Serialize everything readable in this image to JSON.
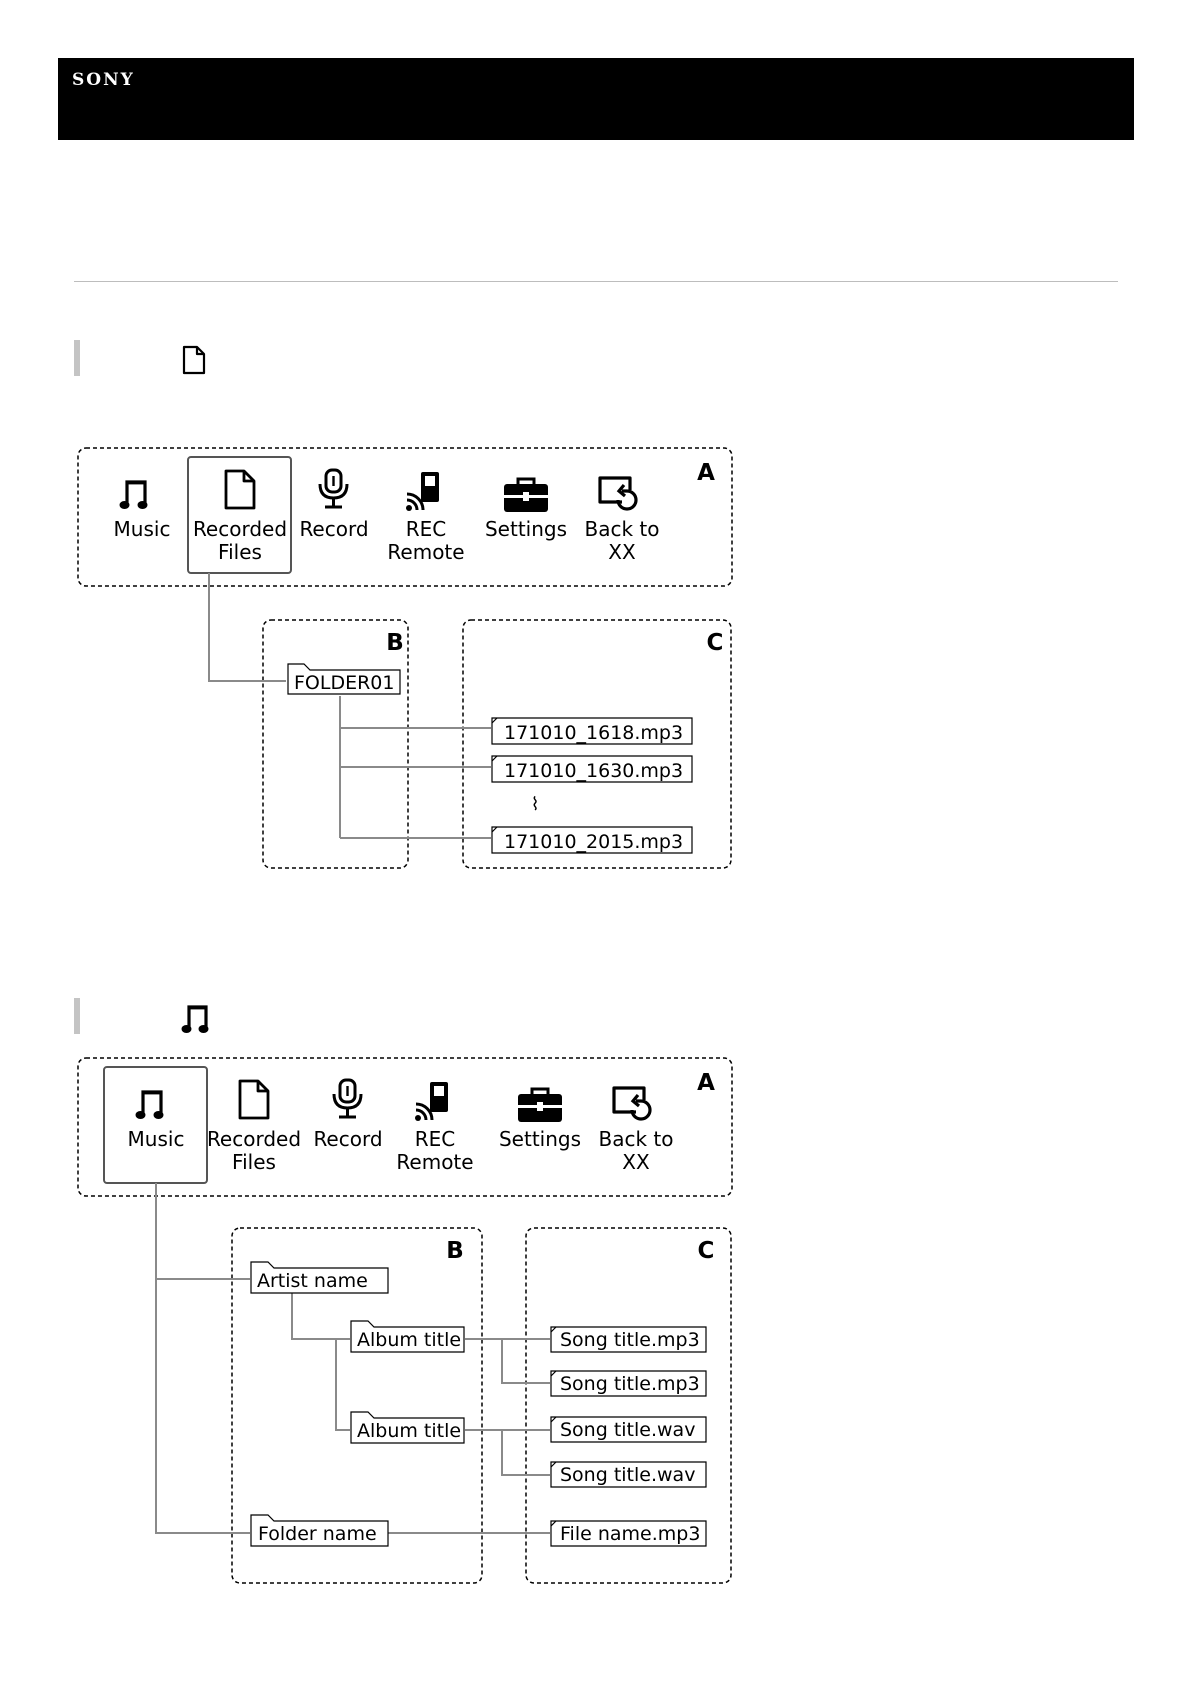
{
  "header": {
    "brand": "SONY"
  },
  "section1": {
    "icon": "document-icon"
  },
  "section2": {
    "icon": "music-note-icon"
  },
  "menu_items": [
    {
      "key": "music",
      "icon": "music-note-icon",
      "line1": "Music",
      "line2": ""
    },
    {
      "key": "recorded",
      "icon": "document-icon",
      "line1": "Recorded",
      "line2": "Files"
    },
    {
      "key": "record",
      "icon": "microphone-icon",
      "line1": "Record",
      "line2": ""
    },
    {
      "key": "rec-remote",
      "icon": "rec-remote-icon",
      "line1": "REC",
      "line2": "Remote"
    },
    {
      "key": "settings",
      "icon": "toolbox-icon",
      "line1": "Settings",
      "line2": ""
    },
    {
      "key": "back",
      "icon": "back-arrow-icon",
      "line1": "Back to",
      "line2": "XX"
    }
  ],
  "box_labels": {
    "a": "A",
    "b": "B",
    "c": "C"
  },
  "diagram1": {
    "folder": "FOLDER01",
    "files": [
      "171010_1618.mp3",
      "171010_1630.mp3",
      "171010_2015.mp3"
    ],
    "ellipsis": "⌇"
  },
  "diagram2": {
    "artist": "Artist name",
    "albums": [
      "Album title",
      "Album title"
    ],
    "folder": "Folder name",
    "songs": [
      "Song title.mp3",
      "Song title.mp3",
      "Song title.wav",
      "Song title.wav"
    ],
    "folder_file": "File name.mp3"
  }
}
